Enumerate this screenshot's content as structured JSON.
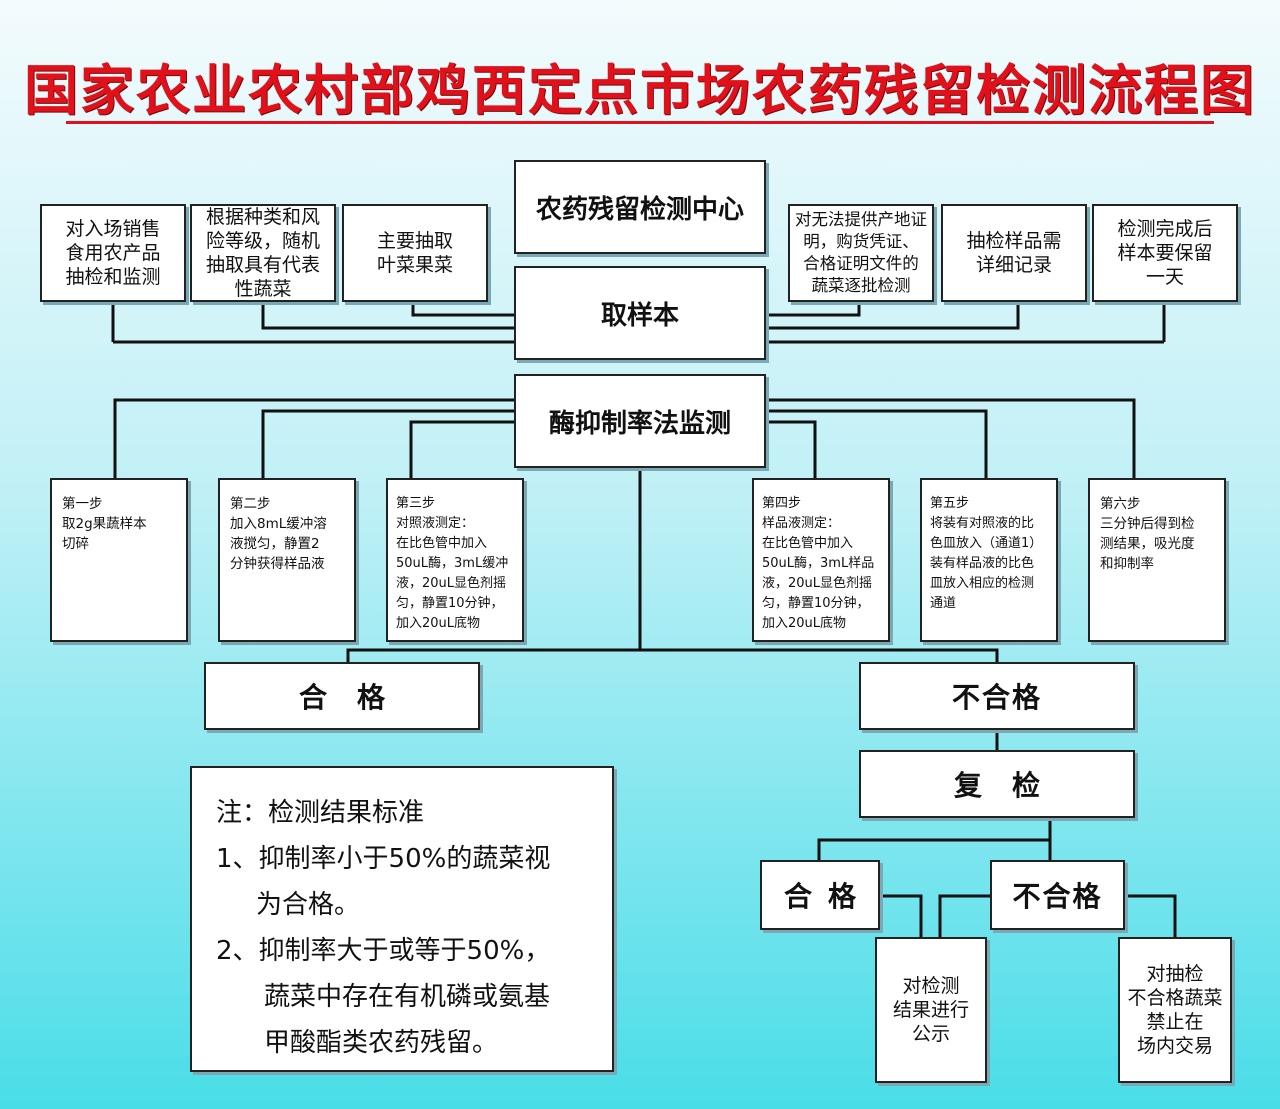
{
  "title": "国家农业农村部鸡西定点市场农药残留检测流程图",
  "center": "农药残留检测中心",
  "sampling": "取样本",
  "method": "酶抑制率法监测",
  "top_items": [
    "对入场销售\n食用农产品\n抽检和监测",
    "根据种类和风\n险等级，随机\n抽取具有代表\n性蔬菜",
    "主要抽取\n叶菜果菜",
    "对无法提供产地证\n明，购货凭证、\n合格证明文件的\n蔬菜逐批检测",
    "抽检样品需\n详细记录",
    "检测完成后\n样本要保留\n一天"
  ],
  "steps": [
    "第一步\n取2g果蔬样本\n切碎",
    "第二步\n加入8mL缓冲溶\n液搅匀，静置2\n分钟获得样品液",
    "第三步\n对照液测定：\n在比色管中加入\n50uL酶，3mL缓冲\n液，20uL显色剂摇\n匀，静置10分钟，\n加入20uL底物",
    "第四步\n样品液测定：\n在比色管中加入\n50uL酶，3mL样品\n液，20uL显色剂摇\n匀，静置10分钟，\n加入20uL底物",
    "第五步\n将装有对照液的比\n色皿放入（通道1）\n装有样品液的比色\n皿放入相应的检测\n通道",
    "第六步\n三分钟后得到检\n测结果，吸光度\n和抑制率"
  ],
  "result_pass": "合格",
  "result_fail": "不合格",
  "recheck": "复检",
  "recheck_pass": "合格",
  "recheck_fail": "不合格",
  "publish": "对检测\n结果进行\n公示",
  "ban": "对抽检\n不合格蔬菜\n禁止在\n场内交易",
  "note": {
    "heading": "注：检测结果标准",
    "line1": "1、抑制率小于50%的蔬菜视",
    "line1b": "为合格。",
    "line2": "2、抑制率大于或等于50%，",
    "line2b": "蔬菜中存在有机磷或氨基",
    "line2c": "甲酸酯类农药残留。"
  },
  "colors": {
    "title_red": "#e0111b",
    "bg_top": "#f3fbfd",
    "bg_bottom": "#49dde8",
    "line": "#111111"
  }
}
